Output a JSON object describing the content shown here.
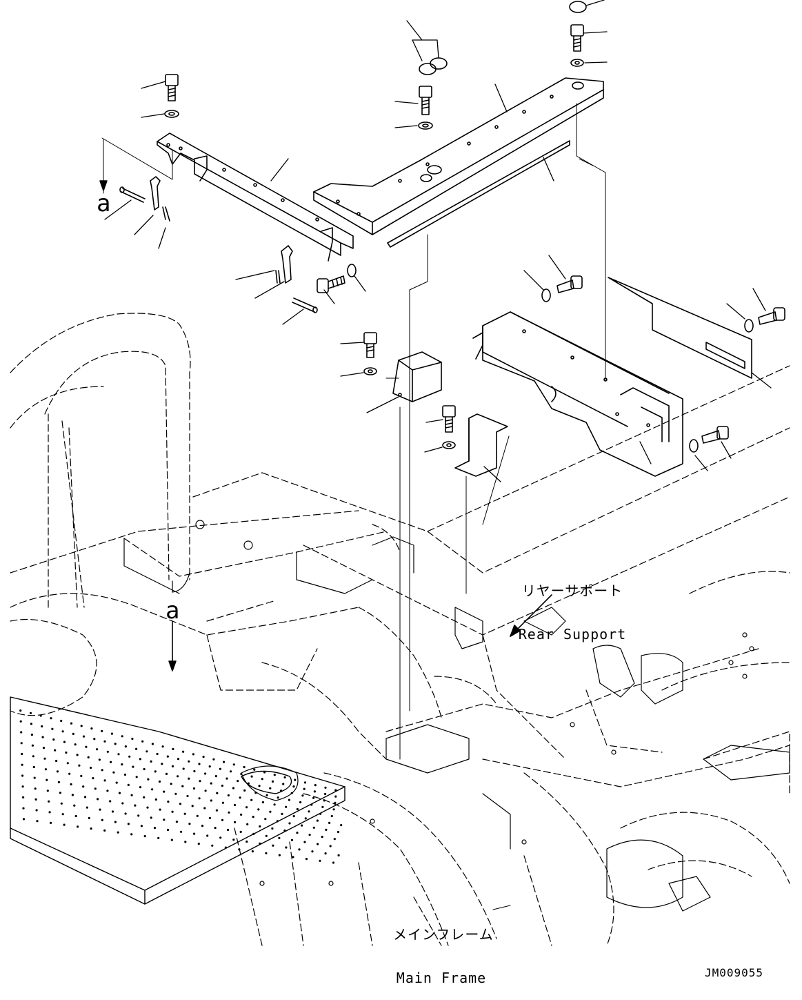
{
  "callouts": {
    "rear_support": {
      "jp": "リヤーサポート",
      "en": "Rear Support"
    },
    "main_frame": {
      "jp": "メインフレーム",
      "en": "Main Frame"
    }
  },
  "view_refs": {
    "top": "a",
    "bottom": "a"
  },
  "drawing_number": "JM009055"
}
